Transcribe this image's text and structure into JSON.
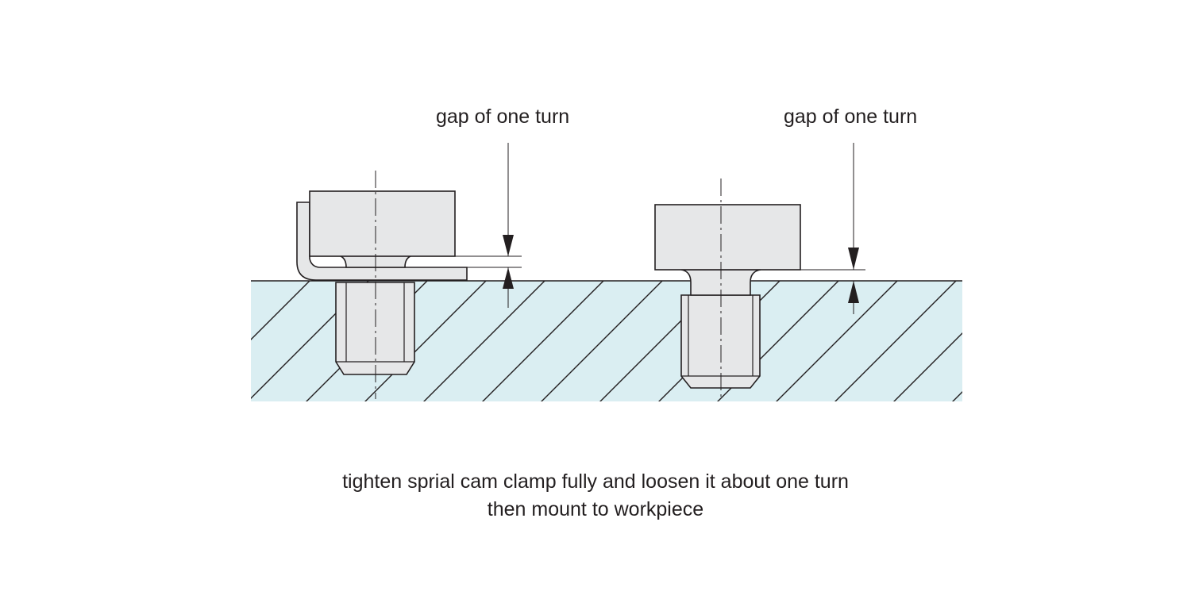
{
  "labels": {
    "left_gap": "gap of one turn",
    "right_gap": "gap of one turn"
  },
  "caption": {
    "line1": "tighten sprial cam clamp fully and loosen it about one turn",
    "line2": "then mount to workpiece"
  },
  "colors": {
    "workpiece_fill": "#daeef2",
    "part_fill": "#e6e7e8",
    "line": "#231f20"
  }
}
